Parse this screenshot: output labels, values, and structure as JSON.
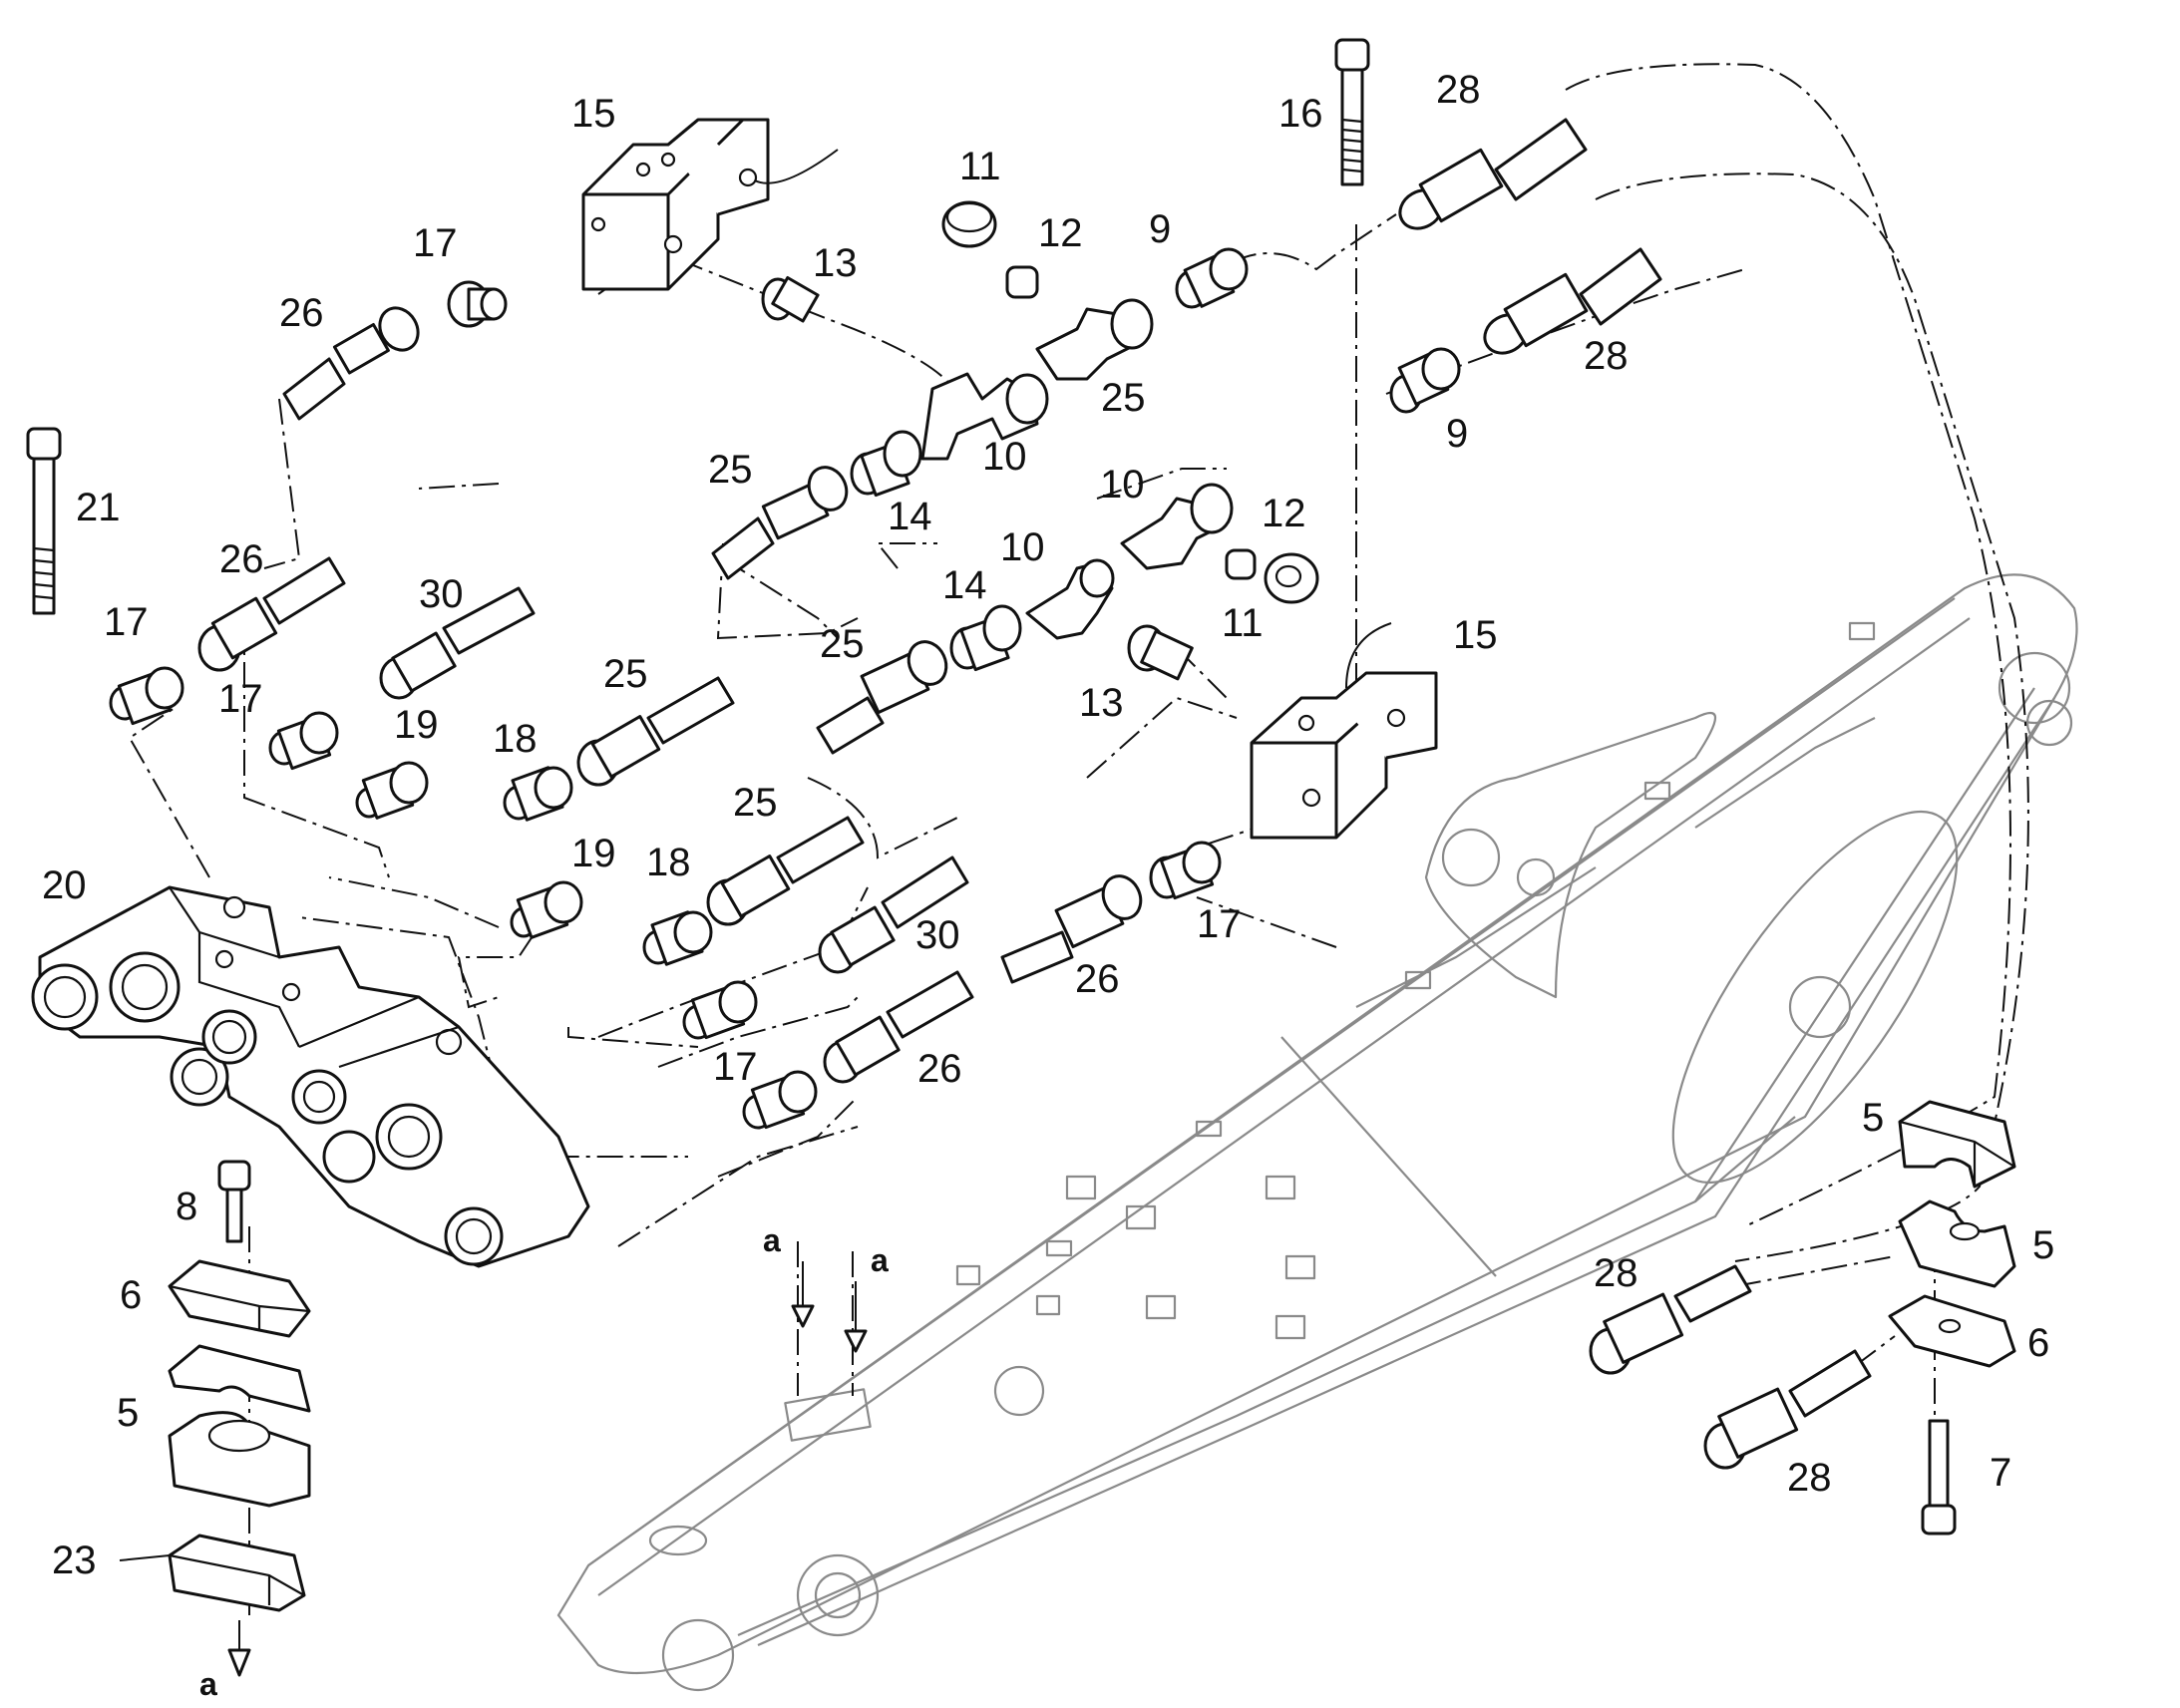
{
  "callouts": {
    "c15_top": "15",
    "c16": "16",
    "c28_top": "28",
    "c11_top": "11",
    "c12_top": "12",
    "c9_top": "9",
    "c17_a": "17",
    "c26_a": "26",
    "c13_top": "13",
    "c28_mid": "28",
    "c25_a": "25",
    "c9_mid": "9",
    "c21": "21",
    "c25_b": "25",
    "c14_a": "14",
    "c10_a": "10",
    "c10_b": "10",
    "c26_b": "26",
    "c12_mid": "12",
    "c30_a": "30",
    "c10_c": "10",
    "c17_b": "17",
    "c14_b": "14",
    "c11_mid": "11",
    "c15_mid": "15",
    "c25_c": "25",
    "c17_c": "17",
    "c19_a": "19",
    "c13_mid": "13",
    "c25_d": "25",
    "c18_a": "18",
    "c25_e": "25",
    "c20": "20",
    "c19_b": "19",
    "c18_b": "18",
    "c30_b": "30",
    "c17_d": "17",
    "c26_c": "26",
    "c17_e": "17",
    "c26_d": "26",
    "c5_right_top": "5",
    "c8": "8",
    "c5_right_mid": "5",
    "c6_left": "6",
    "c28_right_a": "28",
    "c6_right": "6",
    "c5_left": "5",
    "c7": "7",
    "c28_right_b": "28",
    "c23": "23"
  },
  "view_marks": {
    "a_left": "a",
    "a_right": "a",
    "a_bottom": "a"
  }
}
